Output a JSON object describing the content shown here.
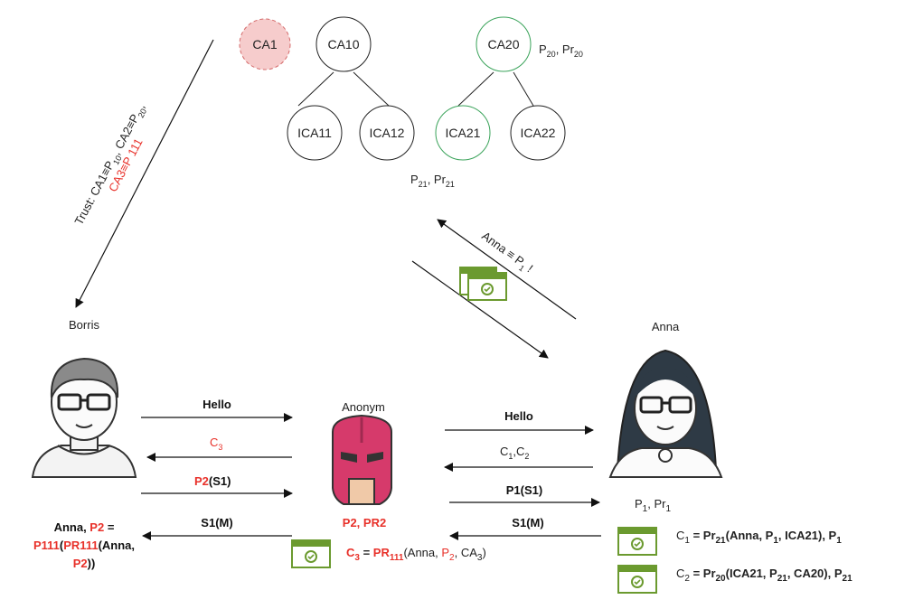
{
  "ca_tree": {
    "ca1": "CA1",
    "ca10": "CA10",
    "ica11": "ICA11",
    "ica12": "ICA12",
    "ca20": "CA20",
    "ica21": "ICA21",
    "ica22": "ICA22",
    "ca20_keys": {
      "p": "P",
      "p_sub": "20",
      "sep": ", ",
      "pr": "Pr",
      "pr_sub": "20"
    },
    "ica21_keys": {
      "p": "P",
      "p_sub": "21",
      "sep": ", ",
      "pr": "Pr",
      "pr_sub": "21"
    }
  },
  "trust": {
    "line1": {
      "prefix": "Trust: CA1≡P",
      "sub1": "10",
      "mid": ", CA2≡P",
      "sub2": "20",
      "end": ","
    },
    "line2": "CA3≡P 111"
  },
  "anna_claim": {
    "text": "Anna ≡ P",
    "sub": "1",
    "end": " !"
  },
  "actors": {
    "borris": "Borris",
    "anonym": "Anonym",
    "anna": "Anna"
  },
  "messages_left": {
    "hello": "Hello",
    "c3": "C",
    "c3_sub": "3",
    "p2": "P2",
    "s1_paren": "(S1)",
    "s1m": "S1(M)"
  },
  "messages_right": {
    "hello": "Hello",
    "c1c2": {
      "c": "C",
      "s1": "1",
      "comma": ",C",
      "s2": "2"
    },
    "p1s1": "P1(S1)",
    "s1m": "S1(M)"
  },
  "anonym_keys": "P2, PR2",
  "anna_keys": {
    "p": "P",
    "p_sub": "1",
    "sep": ", Pr",
    "pr_sub": "1"
  },
  "borris_result": {
    "anna": "Anna, ",
    "p2": "P2",
    "eq": " =",
    "p111": "P111",
    "open": "(",
    "pr111": "PR111",
    "args": "(Anna,",
    "p2b": "P2",
    "close": "))"
  },
  "c3_formula": {
    "c": "C",
    "c_sub": "3",
    "eq": " = ",
    "pr": "PR",
    "pr_sub": "111",
    "args1": "(Anna, ",
    "p2": "P",
    "p2_sub": "2",
    "args2": ", CA",
    "ca_sub": "3",
    "end": ")"
  },
  "c1_formula": {
    "c": "C",
    "c_sub": "1",
    "eq": " = Pr",
    "pr_sub": "21",
    "args": "(Anna, P",
    "p_sub": "1",
    "ica": ", ICA21), P",
    "end_sub": "1"
  },
  "c2_formula": {
    "c": "C",
    "c_sub": "2",
    "eq": " = Pr",
    "pr_sub": "20",
    "args": "(ICA21, P",
    "p_sub": "21",
    "ca": ", CA20), P",
    "end_sub": "21"
  },
  "colors": {
    "accent_red": "#e8312a",
    "ca1_fill": "#f6cccc",
    "ca1_stroke": "#d46a6a",
    "green": "#3aa35a",
    "cert_green": "#6b9a2f",
    "mask": "#d63a6b"
  }
}
